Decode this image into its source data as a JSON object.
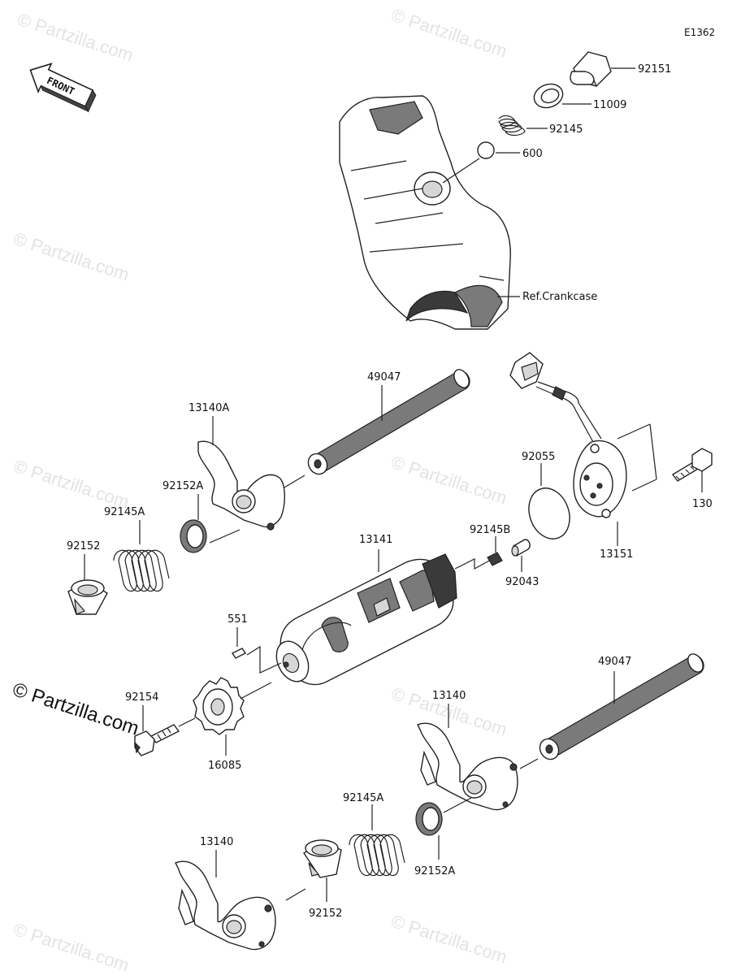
{
  "diagram_code": "E1362",
  "front_label": "FRONT",
  "watermark": "© Partzilla.com",
  "main_watermark": "© Partzilla.com",
  "reference": "Ref.Crankcase",
  "parts": {
    "p92151": "92151",
    "p11009": "11009",
    "p92145": "92145",
    "p600": "600",
    "p49047_top": "49047",
    "p13140A": "13140A",
    "p92152A_top": "92152A",
    "p92145A_top": "92145A",
    "p92152_top": "92152",
    "p92055": "92055",
    "p130": "130",
    "p13151": "13151",
    "p13141": "13141",
    "p92145B": "92145B",
    "p92043": "92043",
    "p551": "551",
    "p92154": "92154",
    "p16085": "16085",
    "p49047_bottom": "49047",
    "p13140_mid": "13140",
    "p92145A_bottom": "92145A",
    "p92152A_bottom": "92152A",
    "p13140_bottom": "13140",
    "p92152_bottom": "92152"
  }
}
